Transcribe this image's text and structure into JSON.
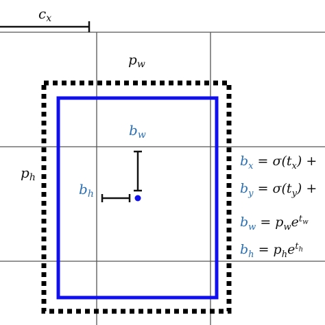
{
  "colors": {
    "grid": "#555555",
    "prior_box": "#000000",
    "predicted_box": "#1010ee",
    "label_blue": "#2a6fb4",
    "text": "#111111"
  },
  "labels": {
    "cx": "c",
    "cx_sub": "x",
    "pw": "p",
    "pw_sub": "w",
    "ph": "p",
    "ph_sub": "h",
    "bw": "b",
    "bw_sub": "w",
    "bh": "b",
    "bh_sub": "h"
  },
  "equations": [
    {
      "var": "b",
      "sub": "x",
      "rhs": " = σ(t",
      "rhs_sub": "x",
      "tail": ") +"
    },
    {
      "var": "b",
      "sub": "y",
      "rhs": " = σ(t",
      "rhs_sub": "y",
      "tail": ") +"
    },
    {
      "var": "b",
      "sub": "w",
      "rhs": " = p",
      "rhs_sub": "w",
      "tail": "e",
      "sup": "t",
      "sup_sub": "w"
    },
    {
      "var": "b",
      "sub": "h",
      "rhs": " = p",
      "rhs_sub": "h",
      "tail": "e",
      "sup": "t",
      "sup_sub": "h"
    }
  ]
}
